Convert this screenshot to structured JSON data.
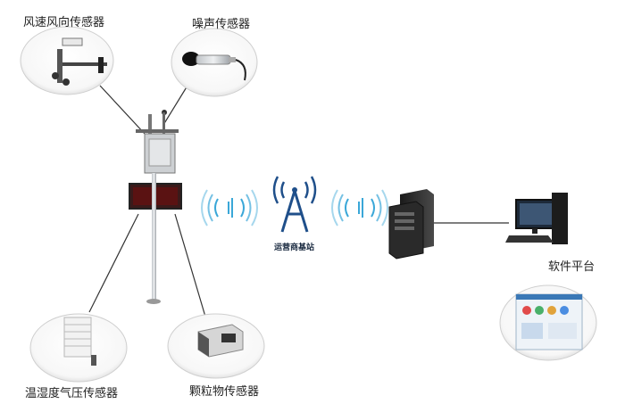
{
  "labels": {
    "wind": "风速风向传感器",
    "noise": "噪声传感器",
    "thp": "温湿度气压传感器",
    "pm": "颗粒物传感器",
    "tower": "运营商基站",
    "platform": "软件平台"
  },
  "colors": {
    "signal": "#3aa7d8",
    "tower": "#1f4f8a",
    "line": "#333333",
    "bubble": "#dcdcdc",
    "server": "#2b2b2b"
  },
  "icons": [
    "wind-sensor-icon",
    "noise-sensor-icon",
    "thp-sensor-icon",
    "pm-sensor-icon",
    "tower-icon",
    "server-icon",
    "computer-icon"
  ]
}
